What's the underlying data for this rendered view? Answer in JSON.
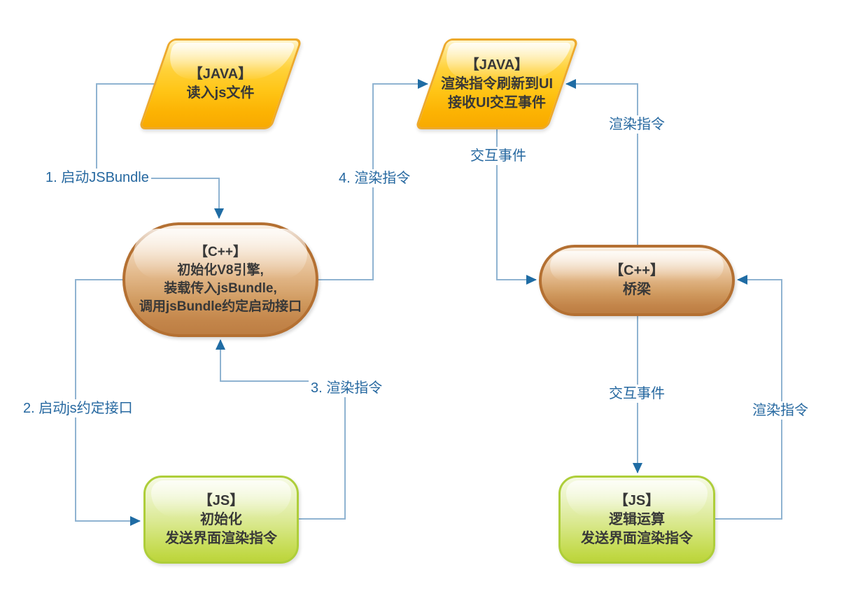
{
  "diagram": {
    "nodes": {
      "java_left": {
        "lines": [
          "【JAVA】",
          "读入js文件"
        ]
      },
      "java_right": {
        "lines": [
          "【JAVA】",
          "渲染指令刷新到UI",
          "接收UI交互事件"
        ]
      },
      "cpp_left": {
        "lines": [
          "【C++】",
          "初始化V8引擎,",
          "装载传入jsBundle,",
          "调用jsBundle约定启动接口"
        ]
      },
      "cpp_right": {
        "lines": [
          "【C++】",
          "桥梁"
        ]
      },
      "js_left": {
        "lines": [
          "【JS】",
          "初始化",
          "发送界面渲染指令"
        ]
      },
      "js_right": {
        "lines": [
          "【JS】",
          "逻辑运算",
          "发送界面渲染指令"
        ]
      }
    },
    "edge_labels": {
      "e1": "1. 启动JSBundle",
      "e2": "2. 启动js约定接口",
      "e3": "3. 渲染指令",
      "e4": "4. 渲染指令",
      "e5": "交互事件",
      "e6": "渲染指令",
      "e7": "交互事件",
      "e8": "渲染指令"
    },
    "colors": {
      "line": "#8FB3D1",
      "arrow": "#1F6CA4",
      "label_text": "#2668A0",
      "node_text": "#383838",
      "yellow_border": "#EDA92B",
      "brown_border": "#B47032",
      "green_border": "#AECE3A"
    }
  }
}
